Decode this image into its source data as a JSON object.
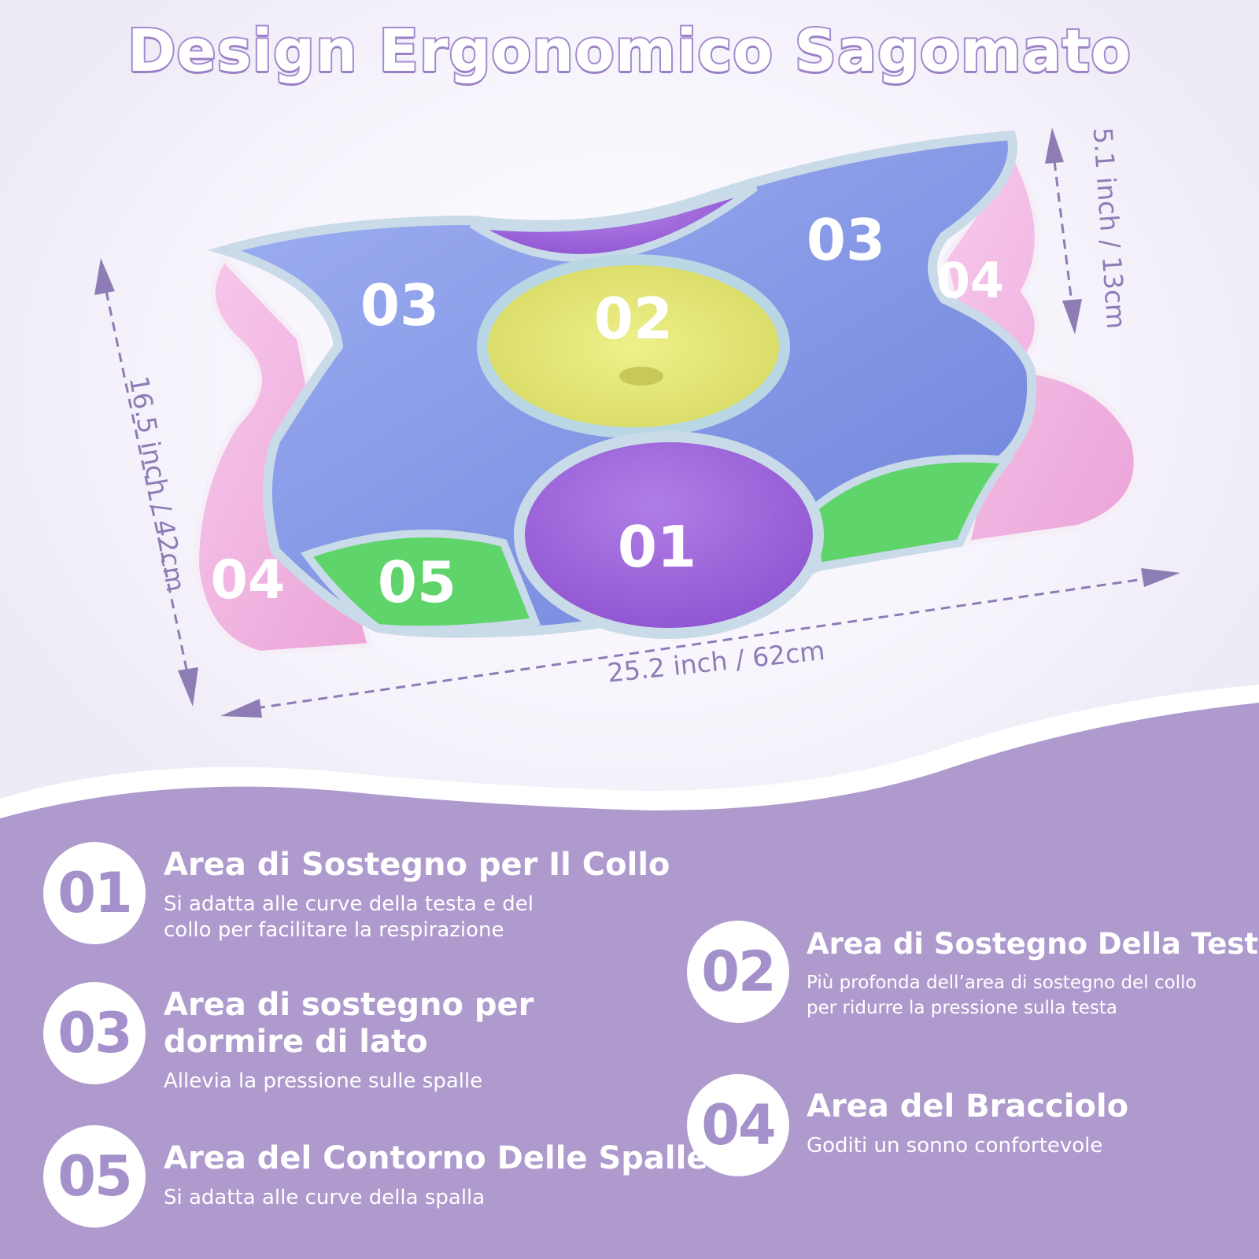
{
  "title": "Design Ergonomico Sagomato",
  "dimensions": {
    "width": "25.2 inch / 62cm",
    "depth": "16.5 inch / 42cm",
    "height": "5.1 inch / 13cm"
  },
  "pillow_zones": {
    "neck": "01",
    "head": "02",
    "side_left": "03",
    "side_right": "03",
    "arm_left": "04",
    "arm_right": "04",
    "shoulder": "05"
  },
  "features": [
    {
      "number": "01",
      "title": "Area di Sostegno per Il Collo",
      "desc_1": "Si adatta alle curve della testa e del",
      "desc_2": "collo per facilitare la respirazione"
    },
    {
      "number": "02",
      "title": "Area di Sostegno Della Testa",
      "desc_1": "Più profonda dell’area di sostegno del collo",
      "desc_2": "per ridurre la pressione sulla testa"
    },
    {
      "number": "03",
      "title_1": "Area di sostegno per",
      "title_2": "dormire di lato",
      "desc_1": "Allevia la pressione sulle spalle"
    },
    {
      "number": "04",
      "title": "Area del Bracciolo",
      "desc_1": "Goditi un sonno confortevole"
    },
    {
      "number": "05",
      "title": "Area del Contorno Delle Spalle",
      "desc_1": "Si adatta alle curve della spalla"
    }
  ],
  "colors": {
    "panel": "#ae9acd",
    "neck_zone": "#9a62d8",
    "head_zone": "#dfe274",
    "side_zone": "#8a9ae6",
    "arm_zone": "#f2b4e2",
    "shoulder_zone": "#5fd46a",
    "accent": "#8e7cb5"
  }
}
